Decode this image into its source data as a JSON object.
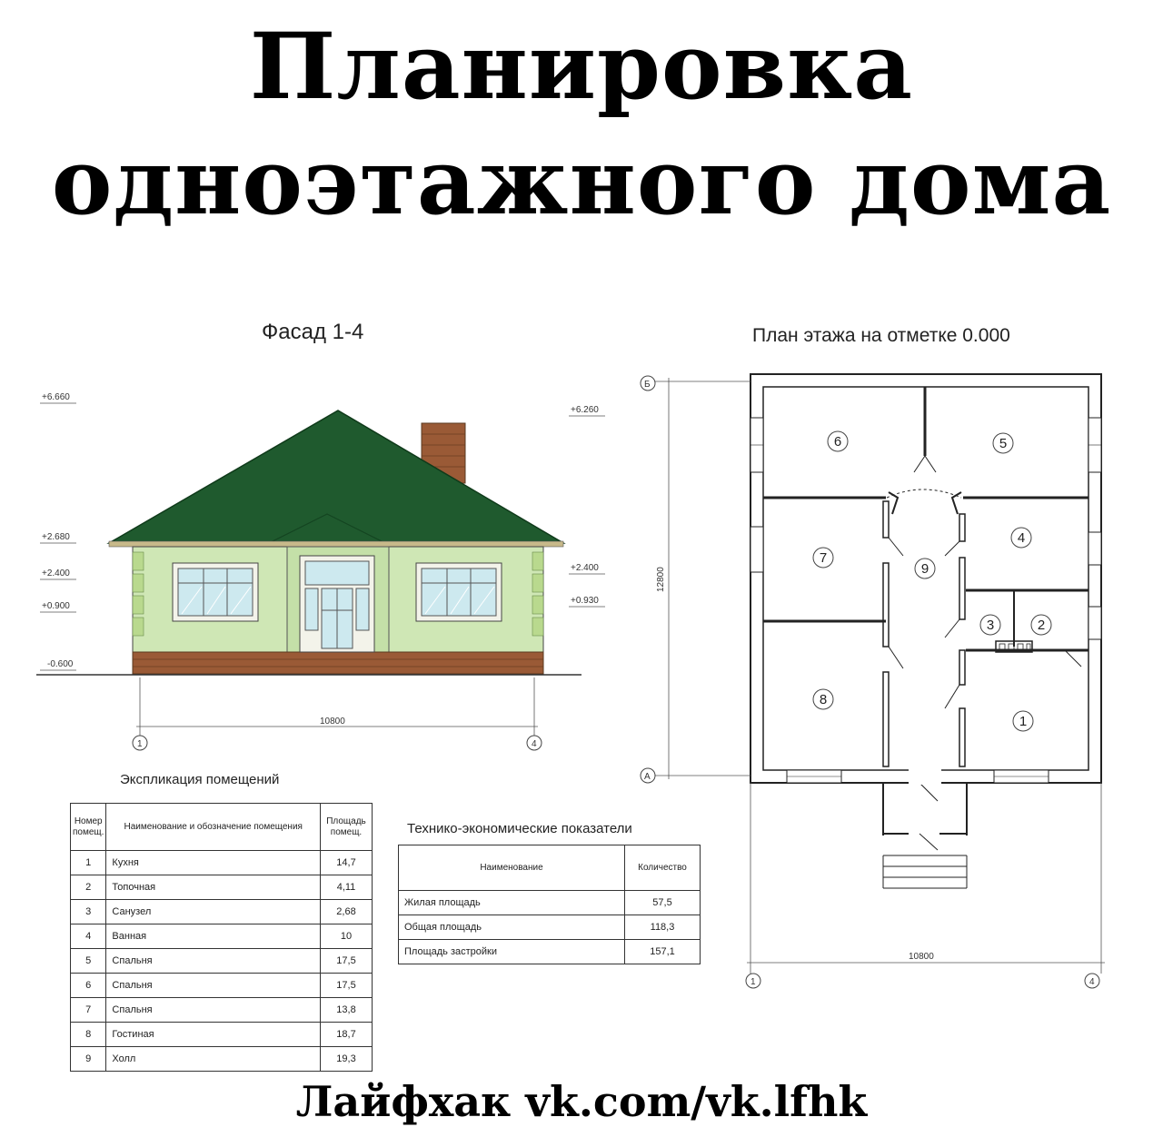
{
  "header": {
    "title_line1": "Планировка",
    "title_line2": "одноэтажного дома"
  },
  "facade": {
    "caption": "Фасад 1-4",
    "levels_left": [
      "+6.660",
      "+2.680",
      "+2.400",
      "+0.900",
      "-0.600"
    ],
    "levels_right": [
      "+6.260",
      "+2.400",
      "+0.930"
    ],
    "width_dim": "10800",
    "axis_left": "1",
    "axis_right": "4",
    "colors": {
      "roof": "#1f5a2e",
      "wall": "#cfe7b5",
      "brick": "#9a5a36",
      "window": "#cde9ef"
    }
  },
  "plan": {
    "caption": "План этажа на отметке 0.000",
    "axis_top": "Б",
    "axis_bottom": "А",
    "axis_left": "1",
    "axis_right": "4",
    "height_dim": "12800",
    "width_dim": "10800",
    "rooms": [
      "1",
      "2",
      "3",
      "4",
      "5",
      "6",
      "7",
      "8",
      "9"
    ]
  },
  "explication": {
    "caption": "Экспликация помещений",
    "headers": [
      "Номер помещ.",
      "Наименование и обозначение помещения",
      "Площадь помещ."
    ],
    "rows": [
      [
        "1",
        "Кухня",
        "14,7"
      ],
      [
        "2",
        "Топочная",
        "4,11"
      ],
      [
        "3",
        "Санузел",
        "2,68"
      ],
      [
        "4",
        "Ванная",
        "10"
      ],
      [
        "5",
        "Спальня",
        "17,5"
      ],
      [
        "6",
        "Спальня",
        "17,5"
      ],
      [
        "7",
        "Спальня",
        "13,8"
      ],
      [
        "8",
        "Гостиная",
        "18,7"
      ],
      [
        "9",
        "Холл",
        "19,3"
      ]
    ]
  },
  "indicators": {
    "caption": "Технико-экономические показатели",
    "headers": [
      "Наименование",
      "Количество"
    ],
    "rows": [
      [
        "Жилая площадь",
        "57,5"
      ],
      [
        "Общая площадь",
        "118,3"
      ],
      [
        "Площадь застройки",
        "157,1"
      ]
    ]
  },
  "footer": {
    "text": "Лайфхак vk.com/vk.lfhk"
  }
}
